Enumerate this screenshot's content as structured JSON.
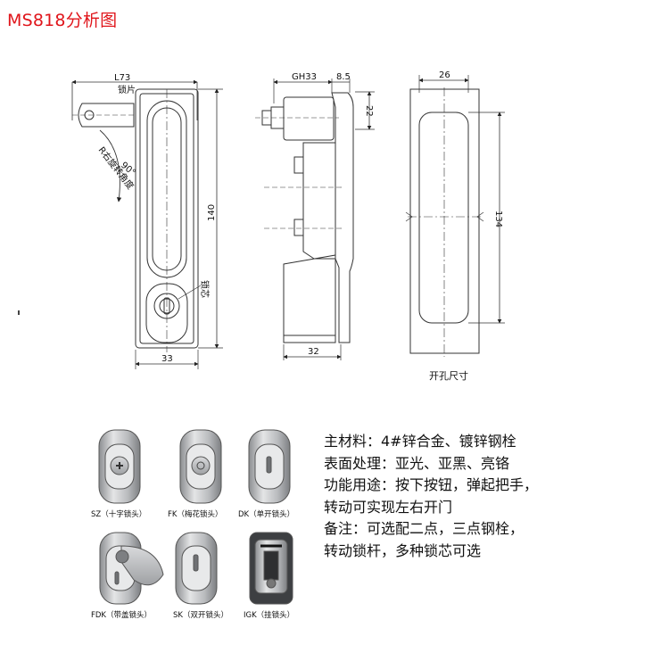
{
  "title": "MS818分析图",
  "drawing": {
    "front_view": {
      "width_top": "L73",
      "tongue_label": "锁片",
      "rotation_label": "R右旋转角度",
      "angle_label": "90°",
      "height": "140",
      "core_label": "锁芯",
      "width_bottom": "33"
    },
    "side_view": {
      "top_a": "GH33",
      "top_b": "8.5",
      "right_dim": "22",
      "bottom": "32"
    },
    "cutout": {
      "width": "26",
      "height": "134",
      "caption": "开孔尺寸"
    }
  },
  "variants": [
    {
      "label": "SZ（十字锁头）"
    },
    {
      "label": "FK（梅花锁头）"
    },
    {
      "label": "DK（单开锁头）"
    },
    {
      "label": "FDK（带盖锁头）"
    },
    {
      "label": "SK（双开锁头）"
    },
    {
      "label": "IGK（挂锁头）"
    }
  ],
  "notes": [
    "主材料：4#锌合金、镀锌钢栓",
    "表面处理：亚光、亚黑、亮铬",
    "功能用途：按下按钮，弹起把手，",
    "转动可实现左右开门",
    "备注：可选配二点，三点钢栓，",
    "转动锁杆，多种锁芯可选"
  ],
  "colors": {
    "title": "#e0151b",
    "line": "#333333",
    "metal": "#c9cacc"
  }
}
